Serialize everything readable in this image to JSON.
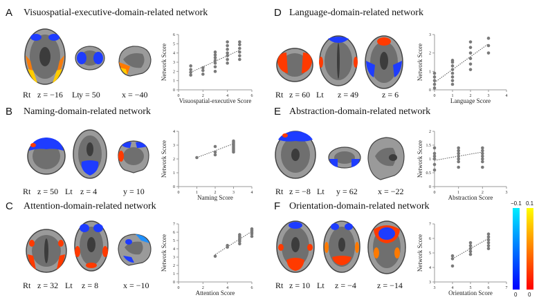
{
  "panels": [
    {
      "letter": "A",
      "title": "Visuospatial-executive-domain-related   network",
      "coords": [
        "Rt",
        "z = −16",
        "Lt",
        "y = 50",
        "x = −40"
      ],
      "views": [
        "axial",
        "coronal",
        "sagittal"
      ]
    },
    {
      "letter": "B",
      "title": "Naming-domain-related   network",
      "coords": [
        "Rt",
        "z = 50",
        "Lt",
        "z = 4",
        "y = 10"
      ],
      "views": [
        "axial",
        "axial",
        "coronal"
      ]
    },
    {
      "letter": "C",
      "title": "Attention-domain-related   network",
      "coords": [
        "Rt",
        "z = 32",
        "Lt",
        "z = 8",
        "x = −10"
      ],
      "views": [
        "axial",
        "axial",
        "sagittal"
      ]
    },
    {
      "letter": "D",
      "title": "Language-domain-related   network",
      "coords": [
        "Rt",
        "z = 60",
        "Lt",
        "z = 49",
        "z = 6"
      ],
      "views": [
        "axial",
        "axial",
        "axial"
      ]
    },
    {
      "letter": "E",
      "title": "Abstraction-domain-related   network",
      "coords": [
        "Rt",
        "z = −8",
        "Lt",
        "y = 62",
        "x = −22"
      ],
      "views": [
        "axial",
        "coronal",
        "sagittal"
      ]
    },
    {
      "letter": "F",
      "title": "Orientation-domain-related   network",
      "coords": [
        "Rt",
        "z = 10",
        "Lt",
        "z = −4",
        "z = −14"
      ],
      "views": [
        "axial",
        "axial",
        "axial"
      ]
    }
  ],
  "colors": {
    "positive": "#ff4a00",
    "negative": "#1e3cff",
    "scatter_point": "#7a7a7a",
    "trend": "#555555"
  },
  "colorbar": {
    "negative": {
      "top": "−0.1",
      "bottom": "0",
      "gradient": [
        "#00eeff",
        "#0000ff"
      ]
    },
    "positive": {
      "top": "0.1",
      "bottom": "0",
      "gradient": [
        "#ffff00",
        "#ff0000"
      ]
    }
  },
  "chart_data": [
    {
      "type": "scatter",
      "panel": "A",
      "xlabel": "Visuospatial-executive   Score",
      "ylabel": "Network Score",
      "xlim": [
        0,
        6
      ],
      "ylim": [
        0,
        6
      ],
      "xticks": [
        "0",
        "2",
        "4",
        "6"
      ],
      "yticks": [
        "0",
        "1",
        "2",
        "3",
        "4",
        "5",
        "6"
      ],
      "points": [
        [
          1,
          1.6
        ],
        [
          1,
          1.9
        ],
        [
          1,
          2.2
        ],
        [
          1,
          2.6
        ],
        [
          2,
          1.7
        ],
        [
          2,
          2.1
        ],
        [
          2,
          2.4
        ],
        [
          3,
          2.0
        ],
        [
          3,
          2.5
        ],
        [
          3,
          2.9
        ],
        [
          3,
          3.2
        ],
        [
          3,
          3.5
        ],
        [
          3,
          3.8
        ],
        [
          3,
          4.1
        ],
        [
          4,
          2.9
        ],
        [
          4,
          3.3
        ],
        [
          4,
          3.7
        ],
        [
          4,
          4.0
        ],
        [
          4,
          4.4
        ],
        [
          4,
          4.8
        ],
        [
          4,
          5.2
        ],
        [
          5,
          3.3
        ],
        [
          5,
          3.7
        ],
        [
          5,
          4.1
        ],
        [
          5,
          4.5
        ],
        [
          5,
          4.9
        ],
        [
          5,
          5.2
        ]
      ],
      "trend": [
        [
          1,
          1.9
        ],
        [
          5,
          4.3
        ]
      ]
    },
    {
      "type": "scatter",
      "panel": "B",
      "xlabel": "Naming   Score",
      "ylabel": "Network Score",
      "xlim": [
        0,
        4
      ],
      "ylim": [
        0,
        4
      ],
      "xticks": [
        "0",
        "1",
        "2",
        "3",
        "4"
      ],
      "yticks": [
        "0",
        "1",
        "2",
        "3",
        "4"
      ],
      "points": [
        [
          1,
          2.1
        ],
        [
          2,
          2.3
        ],
        [
          2,
          2.5
        ],
        [
          2,
          2.9
        ],
        [
          3,
          2.5
        ],
        [
          3,
          2.6
        ],
        [
          3,
          2.7
        ],
        [
          3,
          2.8
        ],
        [
          3,
          2.9
        ],
        [
          3,
          3.0
        ],
        [
          3,
          3.1
        ],
        [
          3,
          3.2
        ],
        [
          3,
          3.3
        ]
      ],
      "trend": [
        [
          1,
          2.1
        ],
        [
          3,
          3.1
        ]
      ]
    },
    {
      "type": "scatter",
      "panel": "C",
      "xlabel": "Attention   Score",
      "ylabel": "Network Score",
      "xlim": [
        0,
        6
      ],
      "ylim": [
        0,
        7
      ],
      "xticks": [
        "0",
        "2",
        "4",
        "6"
      ],
      "yticks": [
        "0",
        "1",
        "2",
        "3",
        "4",
        "5",
        "6",
        "7"
      ],
      "points": [
        [
          3,
          3.1
        ],
        [
          4,
          4.2
        ],
        [
          4,
          4.4
        ],
        [
          5,
          4.6
        ],
        [
          5,
          4.9
        ],
        [
          5,
          5.1
        ],
        [
          5,
          5.3
        ],
        [
          5,
          5.5
        ],
        [
          5,
          5.7
        ],
        [
          6,
          5.5
        ],
        [
          6,
          5.8
        ],
        [
          6,
          6.0
        ],
        [
          6,
          6.2
        ],
        [
          6,
          6.4
        ]
      ],
      "trend": [
        [
          3,
          3.3
        ],
        [
          6,
          6.1
        ]
      ]
    },
    {
      "type": "scatter",
      "panel": "D",
      "xlabel": "Language   Score",
      "ylabel": "Network Score",
      "xlim": [
        0,
        4
      ],
      "ylim": [
        0,
        3
      ],
      "xticks": [
        "0",
        "1",
        "2",
        "3",
        "4"
      ],
      "yticks": [
        "0",
        "1",
        "2",
        "3"
      ],
      "points": [
        [
          0,
          0.1
        ],
        [
          0,
          0.3
        ],
        [
          0,
          0.5
        ],
        [
          0,
          0.7
        ],
        [
          0,
          0.9
        ],
        [
          1,
          0.3
        ],
        [
          1,
          0.5
        ],
        [
          1,
          0.7
        ],
        [
          1,
          0.9
        ],
        [
          1,
          1.1
        ],
        [
          1,
          1.3
        ],
        [
          1,
          1.5
        ],
        [
          1,
          1.6
        ],
        [
          2,
          1.1
        ],
        [
          2,
          1.4
        ],
        [
          2,
          1.7
        ],
        [
          2,
          2.0
        ],
        [
          2,
          2.3
        ],
        [
          2,
          2.6
        ],
        [
          3,
          2.0
        ],
        [
          3,
          2.4
        ],
        [
          3,
          2.8
        ]
      ],
      "trend": [
        [
          0,
          0.4
        ],
        [
          3,
          2.5
        ]
      ]
    },
    {
      "type": "scatter",
      "panel": "E",
      "xlabel": "Abstraction   Score",
      "ylabel": "Network Score",
      "xlim": [
        0,
        3
      ],
      "ylim": [
        0,
        2
      ],
      "xticks": [
        "0",
        "1",
        "2",
        "3"
      ],
      "yticks": [
        "0",
        "0.5",
        "1",
        "1.5",
        "2"
      ],
      "points": [
        [
          0,
          0.6
        ],
        [
          0,
          0.8
        ],
        [
          0,
          1.0
        ],
        [
          0,
          1.1
        ],
        [
          0,
          1.2
        ],
        [
          0,
          1.4
        ],
        [
          1,
          0.7
        ],
        [
          1,
          0.9
        ],
        [
          1,
          1.0
        ],
        [
          1,
          1.1
        ],
        [
          1,
          1.2
        ],
        [
          1,
          1.3
        ],
        [
          1,
          1.4
        ],
        [
          2,
          0.7
        ],
        [
          2,
          0.9
        ],
        [
          2,
          1.0
        ],
        [
          2,
          1.1
        ],
        [
          2,
          1.2
        ],
        [
          2,
          1.3
        ],
        [
          2,
          1.4
        ]
      ],
      "trend": [
        [
          0,
          0.95
        ],
        [
          2,
          1.25
        ]
      ]
    },
    {
      "type": "scatter",
      "panel": "F",
      "xlabel": "Orientation   Score",
      "ylabel": "Network Score",
      "xlim": [
        3,
        7
      ],
      "ylim": [
        3,
        7
      ],
      "xticks": [
        "3",
        "4",
        "5",
        "6",
        "7"
      ],
      "yticks": [
        "3",
        "4",
        "5",
        "6",
        "7"
      ],
      "points": [
        [
          4,
          4.1
        ],
        [
          4,
          4.6
        ],
        [
          4,
          4.8
        ],
        [
          5,
          4.9
        ],
        [
          5,
          5.1
        ],
        [
          5,
          5.3
        ],
        [
          5,
          5.5
        ],
        [
          5,
          5.7
        ],
        [
          6,
          5.3
        ],
        [
          6,
          5.5
        ],
        [
          6,
          5.7
        ],
        [
          6,
          5.9
        ],
        [
          6,
          6.1
        ],
        [
          6,
          6.3
        ]
      ],
      "trend": [
        [
          4,
          4.6
        ],
        [
          6,
          6.0
        ]
      ]
    }
  ]
}
